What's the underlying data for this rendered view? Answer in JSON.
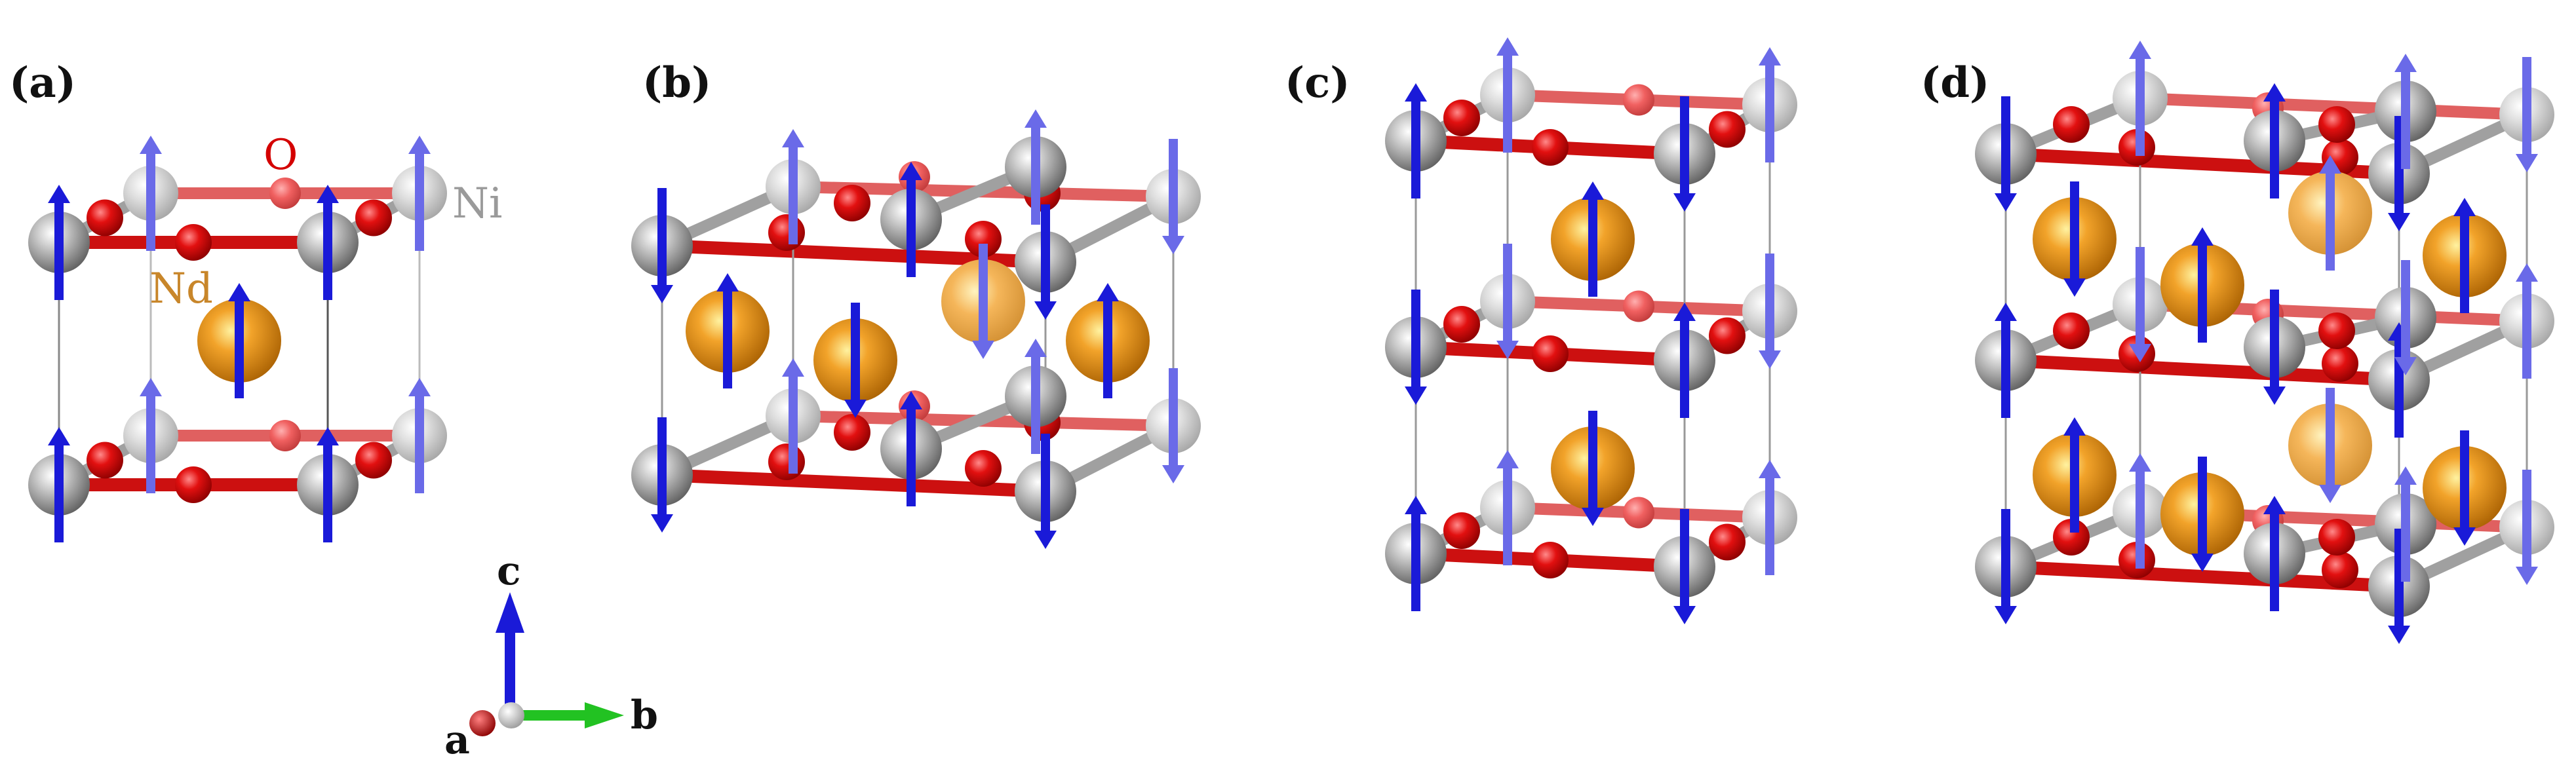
{
  "panels": [
    {
      "label": "(a)"
    },
    {
      "label": "(b)"
    },
    {
      "label": "(c)"
    },
    {
      "label": "(d)"
    }
  ],
  "species": {
    "o": {
      "label": "O",
      "color": "#d40000"
    },
    "ni": {
      "label": "Ni",
      "color": "#9a9a9a"
    },
    "nd": {
      "label": "Nd",
      "color": "#c8862a"
    }
  },
  "axes": {
    "a": {
      "label": "a"
    },
    "b": {
      "label": "b"
    },
    "c": {
      "label": "c"
    }
  },
  "colors": {
    "ni_atom": "#8f8f8f",
    "ni_atom_back": "#c4c4c4",
    "o_atom": "#d40000",
    "nd_atom": "#e08d1c",
    "spin_arrow": "#1a1ad8",
    "axis_c": "#1a1ad8",
    "axis_b": "#22c222",
    "axis_a": "#c81010"
  }
}
